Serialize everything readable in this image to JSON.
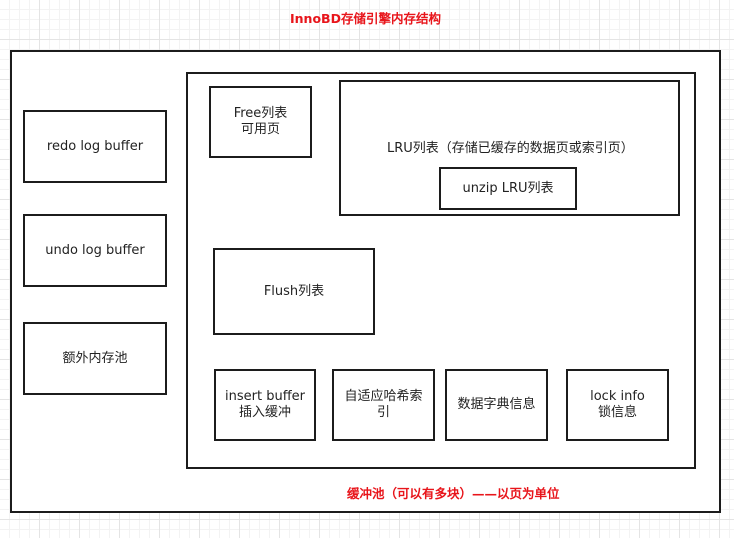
{
  "title": "InnoBD存储引擎内存结构",
  "caption": "缓冲池（可以有多块）——以页为单位",
  "colors": {
    "accent": "#e8151b",
    "stroke": "#1c1c1c",
    "text": "#222222"
  },
  "left_boxes": {
    "redo": "redo log buffer",
    "undo": "undo log buffer",
    "extra": "额外内存池"
  },
  "pool": {
    "free": {
      "line1": "Free列表",
      "line2": "可用页"
    },
    "lru": {
      "label": "LRU列表（存储已缓存的数据页或索引页）",
      "unzip": "unzip LRU列表"
    },
    "flush": "Flush列表",
    "insert_buffer": {
      "line1": "insert buffer",
      "line2": "插入缓冲"
    },
    "adaptive_hash": {
      "line1": "自适应哈希索",
      "line2": "引"
    },
    "data_dict": "数据字典信息",
    "lock_info": {
      "line1": "lock info",
      "line2": "锁信息"
    }
  }
}
